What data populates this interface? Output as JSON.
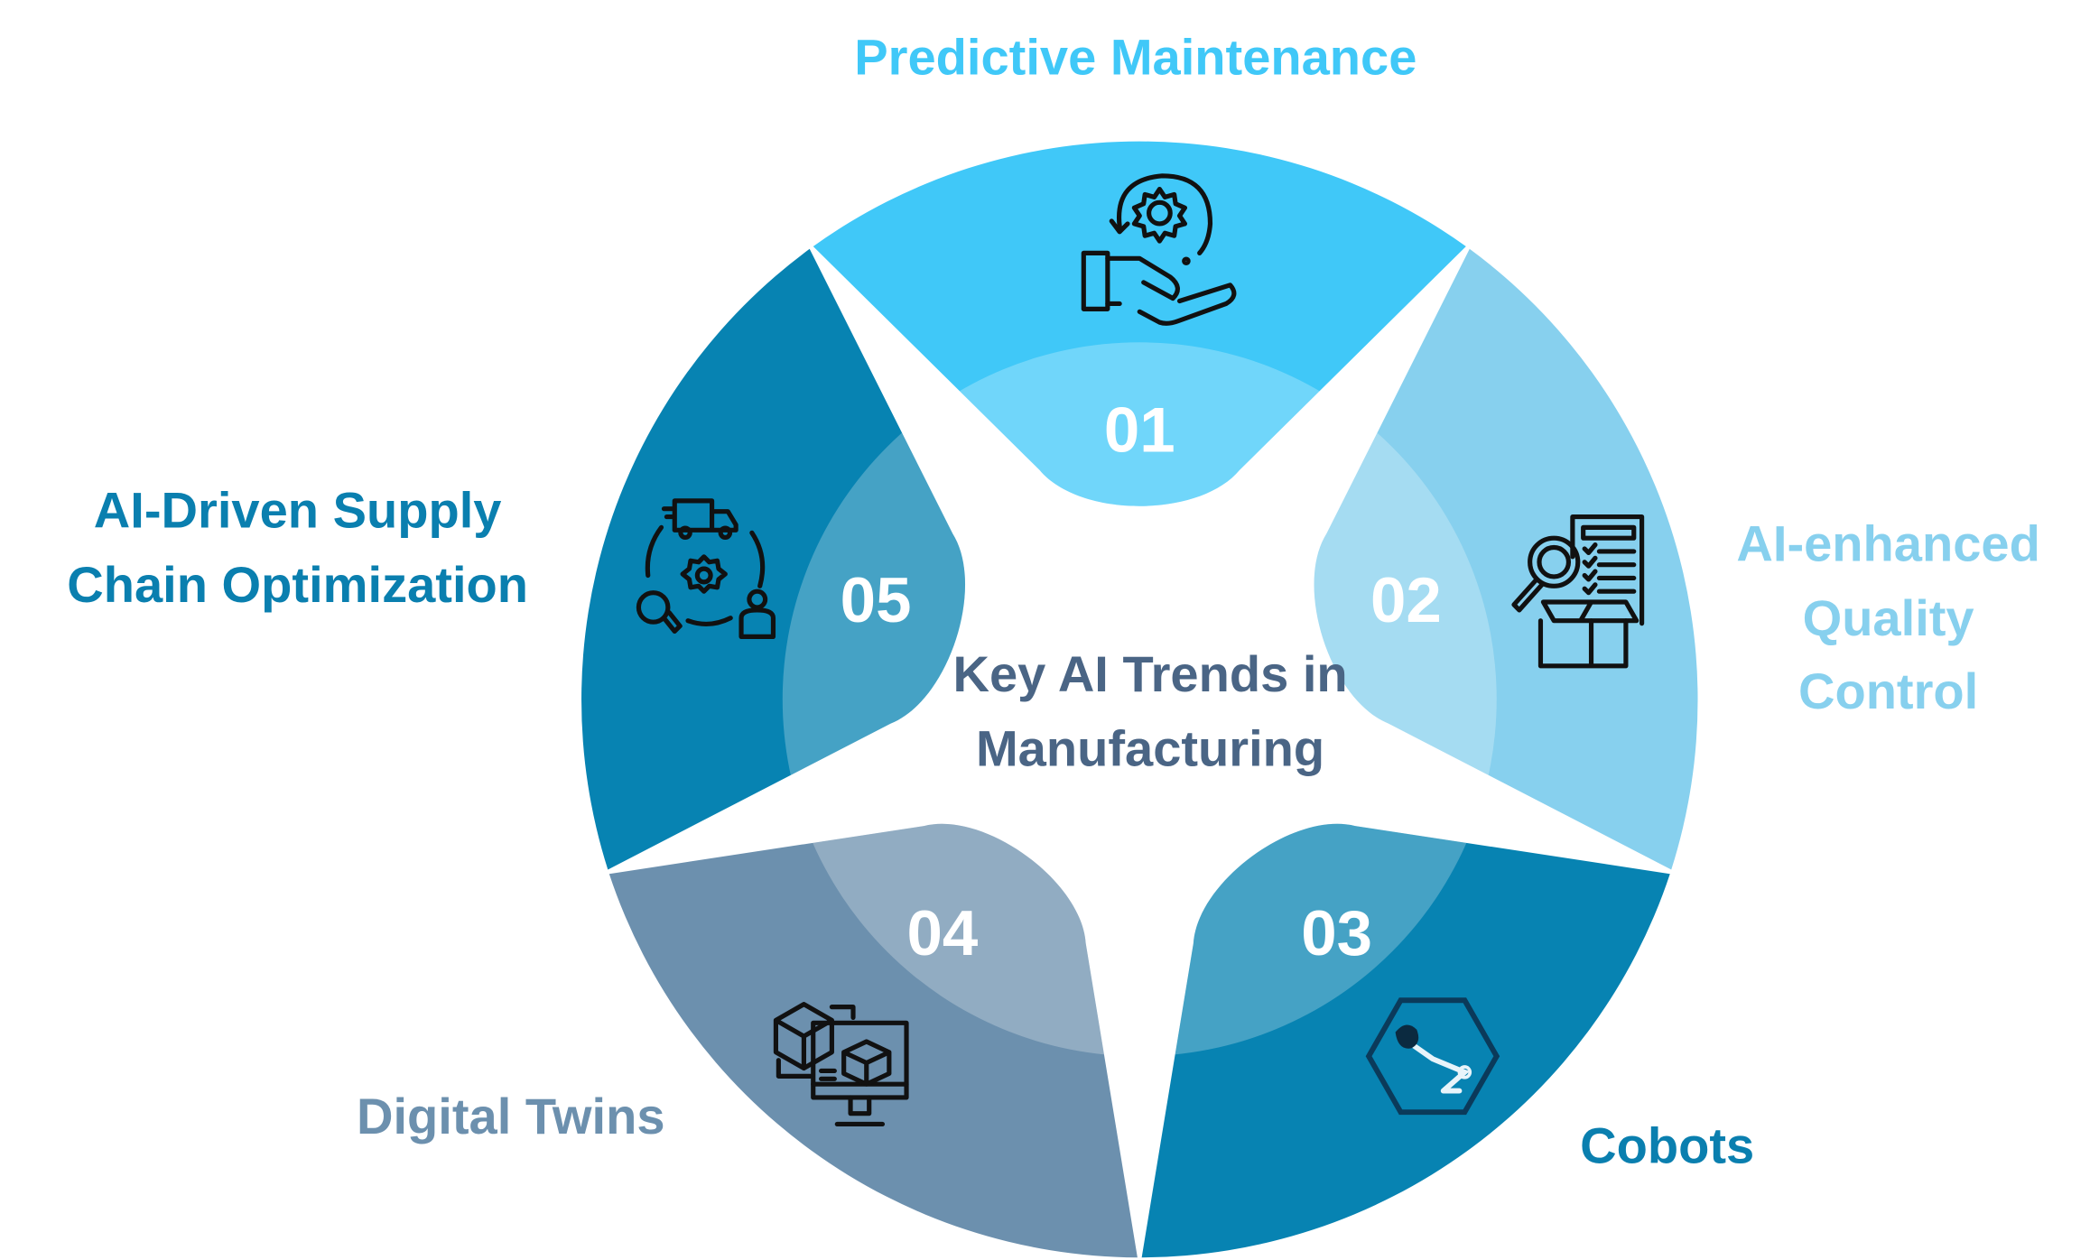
{
  "title": {
    "line1": "Key AI Trends in",
    "line2": "Manufacturing",
    "color": "#4A6585"
  },
  "segments": [
    {
      "number": "01",
      "label_lines": [
        "Predictive Maintenance"
      ],
      "color": "#40C8F8",
      "icon": "hand-gear-maintenance-icon"
    },
    {
      "number": "02",
      "label_lines": [
        "AI-enhanced",
        "Quality",
        "Control"
      ],
      "color": "#87D0EE",
      "icon": "magnifier-checklist-box-icon"
    },
    {
      "number": "03",
      "label_lines": [
        "Cobots"
      ],
      "color": "#0783B2",
      "label_color": "#0A7FAF",
      "icon": "robot-arm-hexagon-icon"
    },
    {
      "number": "04",
      "label_lines": [
        "Digital Twins"
      ],
      "color": "#6C90AE",
      "icon": "cube-monitor-digital-twin-icon"
    },
    {
      "number": "05",
      "label_lines": [
        "AI-Driven Supply",
        "Chain Optimization"
      ],
      "color": "#0783B2",
      "label_color": "#0A7FAF",
      "icon": "truck-gear-supply-chain-icon"
    }
  ]
}
